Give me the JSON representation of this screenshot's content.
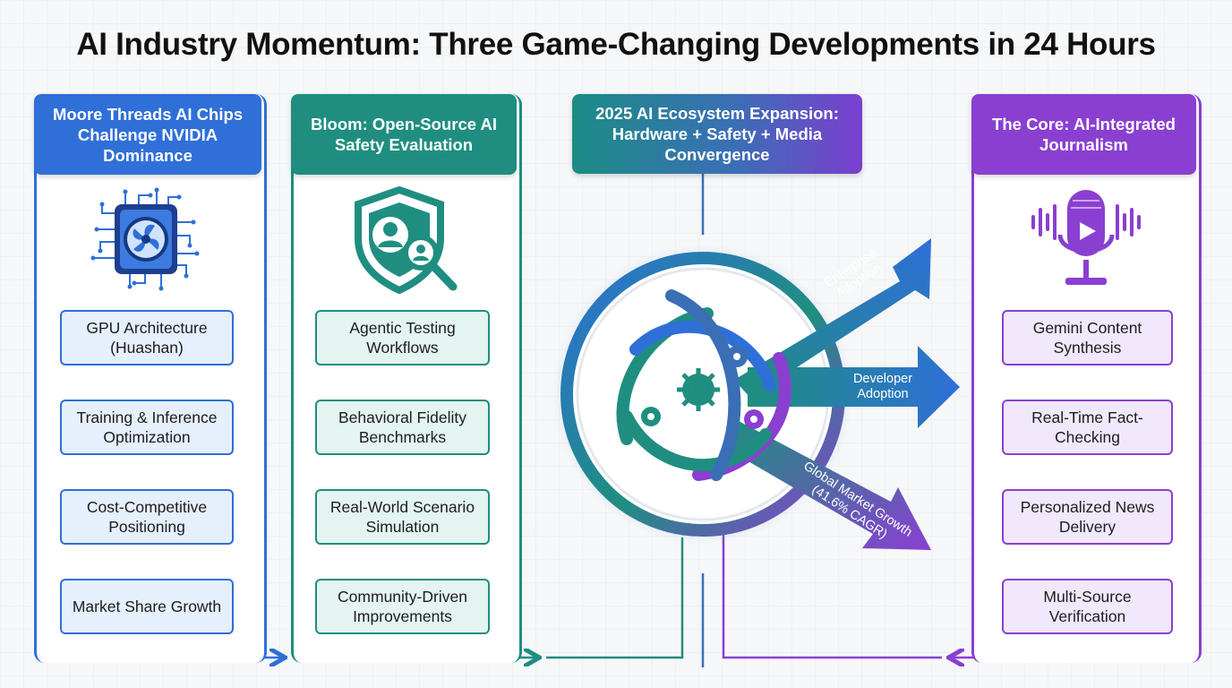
{
  "title": "AI Industry Momentum: Three Game-Changing Developments in 24 Hours",
  "columns": {
    "moore": {
      "header": "Moore Threads AI Chips Challenge NVIDIA Dominance",
      "icon": "gpu-chip-icon",
      "color": "#2f6fd8",
      "steps": [
        "GPU Architecture (Huashan)",
        "Training & Inference Optimization",
        "Cost-Competitive Positioning",
        "Market Share Growth"
      ]
    },
    "bloom": {
      "header": "Bloom: Open-Source AI Safety Evaluation",
      "icon": "shield-search-icon",
      "color": "#1f8e80",
      "steps": [
        "Agentic Testing Workflows",
        "Behavioral Fidelity Benchmarks",
        "Real-World Scenario Simulation",
        "Community-Driven Improvements"
      ]
    },
    "center": {
      "header": "2025 AI Ecosystem Expansion: Hardware + Safety + Media Convergence",
      "icon": "ecosystem-gears-icon",
      "arrows": [
        "Enterprise Adoption",
        "Developer Adoption",
        "Global Market Growth (41.6% CAGR)"
      ]
    },
    "core": {
      "header": "The Core: AI-Integrated Journalism",
      "icon": "microphone-icon",
      "color": "#8a3fd1",
      "steps": [
        "Gemini Content Synthesis",
        "Real-Time Fact-Checking",
        "Personalized News Delivery",
        "Multi-Source Verification"
      ]
    }
  }
}
